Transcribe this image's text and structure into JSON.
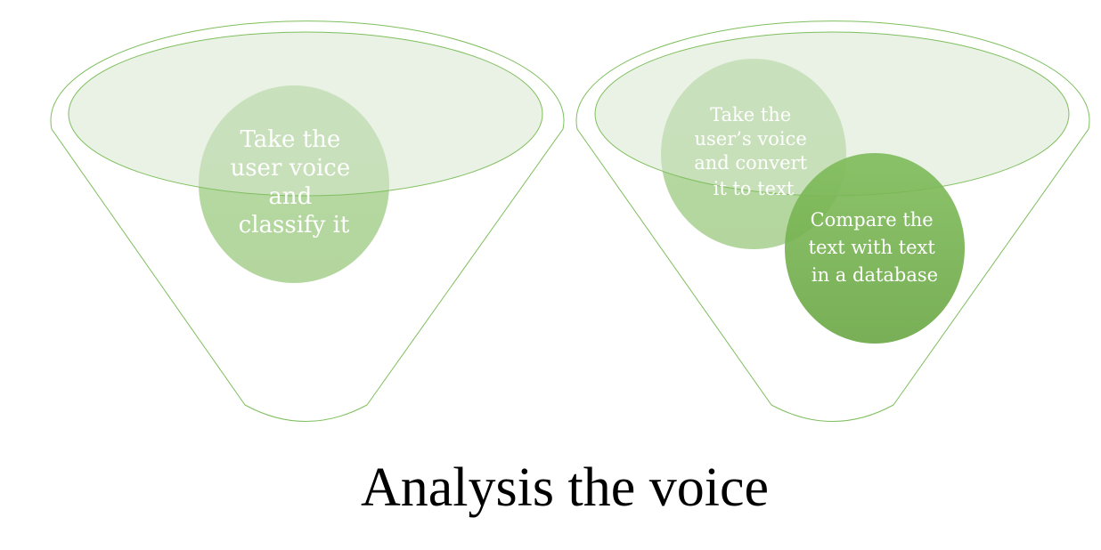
{
  "colors": {
    "funnel_outline": "#7fbf5e",
    "funnel_top_fill": "#e6efe1",
    "bubble_light": "#a9d190",
    "bubble_dark": "#6fae47",
    "text": "#ffffff"
  },
  "funnels": [
    {
      "bubbles": [
        {
          "lines": [
            "Take the",
            "user voice",
            "and",
            "classify it"
          ]
        }
      ]
    },
    {
      "bubbles": [
        {
          "lines": [
            "Take the",
            "user’s voice",
            "and convert",
            "it to text"
          ]
        },
        {
          "lines": [
            "Compare the",
            "text with text",
            "in a database"
          ]
        }
      ]
    }
  ],
  "title": "Analysis the voice"
}
